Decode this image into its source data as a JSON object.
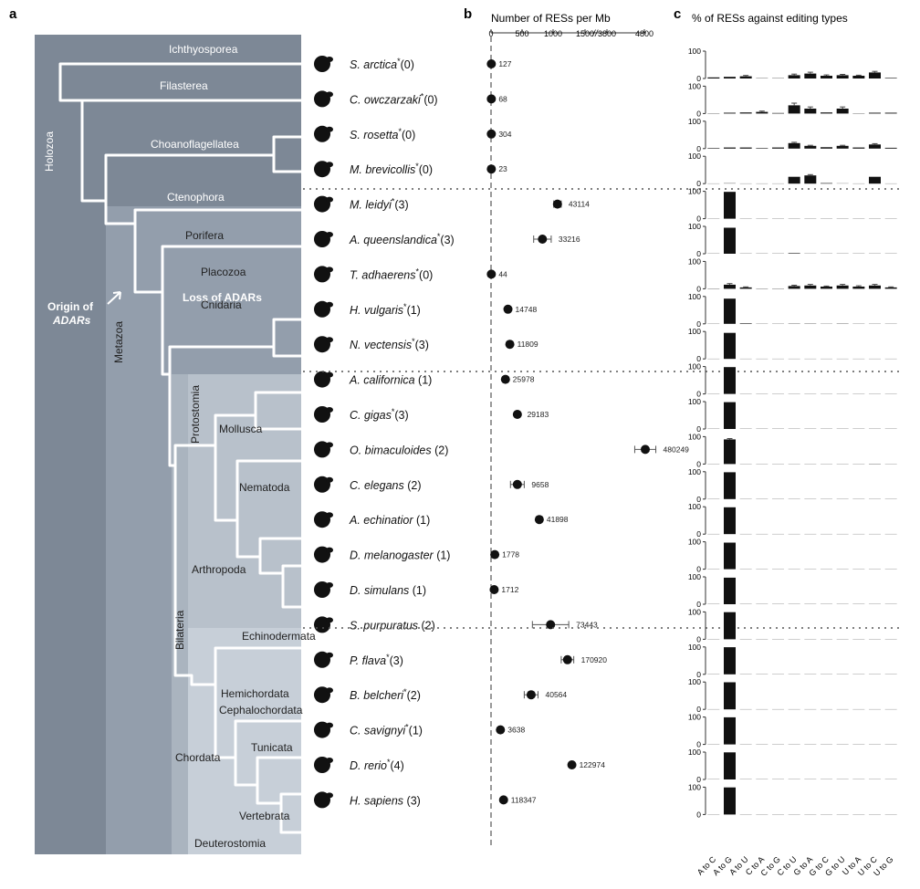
{
  "panels": {
    "a": "a",
    "b": "b",
    "c": "c"
  },
  "tree": {
    "clades": [
      "Ichthyosporea",
      "Filasterea",
      "Choanoflagellatea",
      "Ctenophora",
      "Porifera",
      "Placozoa",
      "Cnidaria",
      "Mollusca",
      "Nematoda",
      "Arthropoda",
      "Echinodermata",
      "Hemichordata",
      "Cephalochordata",
      "Tunicata",
      "Vertebrata"
    ],
    "groups": {
      "holozoa": "Holozoa",
      "metazoa": "Metazoa",
      "bilateria": "Bilateria",
      "protostomia": "Protostomia",
      "deuterostomia": "Deuterostomia",
      "chordata": "Chordata"
    },
    "origin_label": [
      "Origin of",
      "ADARs"
    ],
    "loss_label": "Loss of ADARs"
  },
  "species": [
    {
      "name": "S. arctica",
      "asterisk": true,
      "count": "(0)"
    },
    {
      "name": "C. owczarzaki",
      "asterisk": true,
      "count": "(0)"
    },
    {
      "name": "S. rosetta",
      "asterisk": true,
      "count": "(0)"
    },
    {
      "name": "M. brevicollis",
      "asterisk": true,
      "count": "(0)"
    },
    {
      "name": "M. leidyi",
      "asterisk": true,
      "count": "(3)"
    },
    {
      "name": "A. queenslandica",
      "asterisk": true,
      "count": "(3)"
    },
    {
      "name": "T. adhaerens",
      "asterisk": true,
      "count": "(0)"
    },
    {
      "name": "H. vulgaris",
      "asterisk": true,
      "count": "(1)"
    },
    {
      "name": "N. vectensis",
      "asterisk": true,
      "count": "(3)"
    },
    {
      "name": "A. californica",
      "asterisk": false,
      "count": "(1)"
    },
    {
      "name": "C. gigas",
      "asterisk": true,
      "count": "(3)"
    },
    {
      "name": "O. bimaculoides",
      "asterisk": false,
      "count": "(2)"
    },
    {
      "name": "C. elegans",
      "asterisk": false,
      "count": "(2)"
    },
    {
      "name": "A. echinatior",
      "asterisk": false,
      "count": "(1)"
    },
    {
      "name": "D. melanogaster",
      "asterisk": false,
      "count": "(1)"
    },
    {
      "name": "D. simulans",
      "asterisk": false,
      "count": "(1)"
    },
    {
      "name": "S. purpuratus",
      "asterisk": false,
      "count": "(2)"
    },
    {
      "name": "P. flava",
      "asterisk": true,
      "count": "(3)"
    },
    {
      "name": "B. belcheri",
      "asterisk": true,
      "count": "(2)"
    },
    {
      "name": "C. savignyi",
      "asterisk": true,
      "count": "(1)"
    },
    {
      "name": "D. rerio",
      "asterisk": true,
      "count": "(4)"
    },
    {
      "name": "H. sapiens",
      "asterisk": false,
      "count": "(3)"
    }
  ],
  "chart_data": [
    {
      "type": "scatter",
      "title": "Number of RESs per Mb",
      "x_ticks": [
        "0",
        "500",
        "1000",
        "1500",
        "3800",
        "4800"
      ],
      "axis_break": "//",
      "categories": [
        "S. arctica",
        "C. owczarzaki",
        "S. rosetta",
        "M. brevicollis",
        "M. leidyi",
        "A. queenslandica",
        "T. adhaerens",
        "H. vulgaris",
        "N. vectensis",
        "A. californica",
        "C. gigas",
        "O. bimaculoides",
        "C. elegans",
        "A. echinatior",
        "D. melanogaster",
        "D. simulans",
        "S. purpuratus",
        "P. flava",
        "B. belcheri",
        "C. savignyi",
        "D. rerio",
        "H. sapiens"
      ],
      "values": [
        5,
        5,
        5,
        5,
        1060,
        820,
        5,
        270,
        300,
        230,
        420,
        2300,
        420,
        770,
        60,
        50,
        950,
        1220,
        640,
        150,
        1290,
        200
      ],
      "errors": [
        0,
        0,
        0,
        0,
        60,
        140,
        0,
        0,
        0,
        0,
        40,
        220,
        110,
        0,
        0,
        0,
        290,
        100,
        110,
        0,
        0,
        0
      ],
      "labels": [
        "127",
        "68",
        "304",
        "23",
        "43114",
        "33216",
        "44",
        "14748",
        "11809",
        "25978",
        "29183",
        "480249",
        "9658",
        "41898",
        "1778",
        "1712",
        "73443",
        "170920",
        "40564",
        "3638",
        "122974",
        "118347"
      ]
    },
    {
      "type": "bar",
      "title": "% of RESs against editing types",
      "categories": [
        "A to C",
        "A to G",
        "A to U",
        "C to A",
        "C to G",
        "C to U",
        "G to A",
        "G to C",
        "G to U",
        "U to A",
        "U to C",
        "U to G"
      ],
      "y_ticks": [
        "0",
        "100"
      ],
      "series": [
        {
          "values": [
            4,
            6,
            8,
            1,
            1,
            12,
            18,
            10,
            12,
            10,
            22,
            2
          ],
          "errors": [
            0,
            0,
            3,
            0,
            0,
            4,
            5,
            3,
            3,
            2,
            4,
            0
          ]
        },
        {
          "values": [
            1,
            3,
            4,
            6,
            2,
            30,
            18,
            4,
            18,
            1,
            3,
            3
          ],
          "errors": [
            0,
            0,
            0,
            3,
            0,
            8,
            6,
            0,
            6,
            0,
            0,
            0
          ]
        },
        {
          "values": [
            2,
            4,
            4,
            2,
            4,
            20,
            10,
            5,
            10,
            4,
            15,
            3
          ],
          "errors": [
            0,
            0,
            0,
            0,
            0,
            3,
            2,
            0,
            2,
            0,
            3,
            0
          ]
        },
        {
          "values": [
            0,
            3,
            0,
            0,
            0,
            25,
            30,
            2,
            2,
            0,
            25,
            0
          ],
          "errors": [
            0,
            0,
            0,
            0,
            0,
            0,
            3,
            0,
            0,
            0,
            0,
            0
          ]
        },
        {
          "values": [
            0,
            98,
            0,
            0,
            0,
            0,
            0,
            0,
            0,
            0,
            0,
            0
          ],
          "errors": [
            0,
            0,
            0,
            0,
            0,
            0,
            0,
            0,
            0,
            0,
            0,
            0
          ]
        },
        {
          "values": [
            0,
            95,
            0,
            0,
            0,
            2,
            0,
            0,
            0,
            0,
            0,
            0
          ],
          "errors": [
            0,
            0,
            0,
            0,
            0,
            0,
            0,
            0,
            0,
            0,
            0,
            0
          ]
        },
        {
          "values": [
            1,
            15,
            5,
            1,
            1,
            10,
            12,
            8,
            12,
            8,
            12,
            5
          ],
          "errors": [
            0,
            4,
            2,
            0,
            0,
            3,
            4,
            2,
            4,
            3,
            4,
            2
          ]
        },
        {
          "values": [
            0,
            92,
            2,
            0,
            0,
            1,
            1,
            0,
            1,
            0,
            0,
            0
          ],
          "errors": [
            0,
            0,
            0,
            0,
            0,
            0,
            0,
            0,
            0,
            0,
            0,
            0
          ]
        },
        {
          "values": [
            0,
            95,
            0,
            0,
            0,
            0,
            0,
            0,
            0,
            0,
            0,
            0
          ],
          "errors": [
            0,
            0,
            0,
            0,
            0,
            0,
            0,
            0,
            0,
            0,
            0,
            0
          ]
        },
        {
          "values": [
            0,
            98,
            0,
            0,
            0,
            0,
            0,
            0,
            0,
            0,
            0,
            0
          ],
          "errors": [
            0,
            0,
            0,
            0,
            0,
            0,
            0,
            0,
            0,
            0,
            0,
            0
          ]
        },
        {
          "values": [
            0,
            98,
            0,
            0,
            0,
            0,
            0,
            0,
            0,
            0,
            0,
            0
          ],
          "errors": [
            0,
            0,
            0,
            0,
            0,
            0,
            0,
            0,
            0,
            0,
            0,
            0
          ]
        },
        {
          "values": [
            0,
            90,
            0,
            0,
            0,
            0,
            0,
            0,
            0,
            0,
            1,
            0
          ],
          "errors": [
            0,
            3,
            0,
            0,
            0,
            0,
            0,
            0,
            0,
            0,
            0,
            0
          ]
        },
        {
          "values": [
            0,
            98,
            0,
            0,
            0,
            0,
            0,
            0,
            0,
            0,
            0,
            0
          ],
          "errors": [
            0,
            0,
            0,
            0,
            0,
            0,
            0,
            0,
            0,
            0,
            0,
            0
          ]
        },
        {
          "values": [
            0,
            98,
            0,
            0,
            0,
            0,
            0,
            0,
            0,
            0,
            0,
            0
          ],
          "errors": [
            0,
            0,
            0,
            0,
            0,
            0,
            0,
            0,
            0,
            0,
            0,
            0
          ]
        },
        {
          "values": [
            0,
            97,
            0,
            0,
            0,
            0,
            0,
            0,
            0,
            0,
            0,
            0
          ],
          "errors": [
            0,
            0,
            0,
            0,
            0,
            0,
            0,
            0,
            0,
            0,
            0,
            0
          ]
        },
        {
          "values": [
            0,
            97,
            0,
            0,
            0,
            0,
            0,
            0,
            0,
            0,
            0,
            0
          ],
          "errors": [
            0,
            0,
            0,
            0,
            0,
            0,
            0,
            0,
            0,
            0,
            0,
            0
          ]
        },
        {
          "values": [
            0,
            99,
            0,
            0,
            0,
            0,
            0,
            0,
            0,
            0,
            0,
            0
          ],
          "errors": [
            0,
            0,
            0,
            0,
            0,
            0,
            0,
            0,
            0,
            0,
            0,
            0
          ]
        },
        {
          "values": [
            0,
            99,
            0,
            0,
            0,
            0,
            0,
            0,
            0,
            0,
            0,
            0
          ],
          "errors": [
            0,
            0,
            0,
            0,
            0,
            0,
            0,
            0,
            0,
            0,
            0,
            0
          ]
        },
        {
          "values": [
            0,
            99,
            0,
            0,
            0,
            0,
            0,
            0,
            0,
            0,
            0,
            0
          ],
          "errors": [
            0,
            0,
            0,
            0,
            0,
            0,
            0,
            0,
            0,
            0,
            0,
            0
          ]
        },
        {
          "values": [
            0,
            99,
            0,
            0,
            0,
            0,
            0,
            0,
            0,
            0,
            0,
            0
          ],
          "errors": [
            0,
            0,
            0,
            0,
            0,
            0,
            0,
            0,
            0,
            0,
            0,
            0
          ]
        },
        {
          "values": [
            0,
            99,
            0,
            0,
            0,
            0,
            0,
            0,
            0,
            0,
            0,
            0
          ],
          "errors": [
            0,
            0,
            0,
            0,
            0,
            0,
            0,
            0,
            0,
            0,
            0,
            0
          ]
        },
        {
          "values": [
            0,
            99,
            0,
            0,
            0,
            0,
            0,
            0,
            0,
            0,
            0,
            0
          ],
          "errors": [
            0,
            0,
            0,
            0,
            0,
            0,
            0,
            0,
            0,
            0,
            0,
            0
          ]
        }
      ]
    }
  ]
}
